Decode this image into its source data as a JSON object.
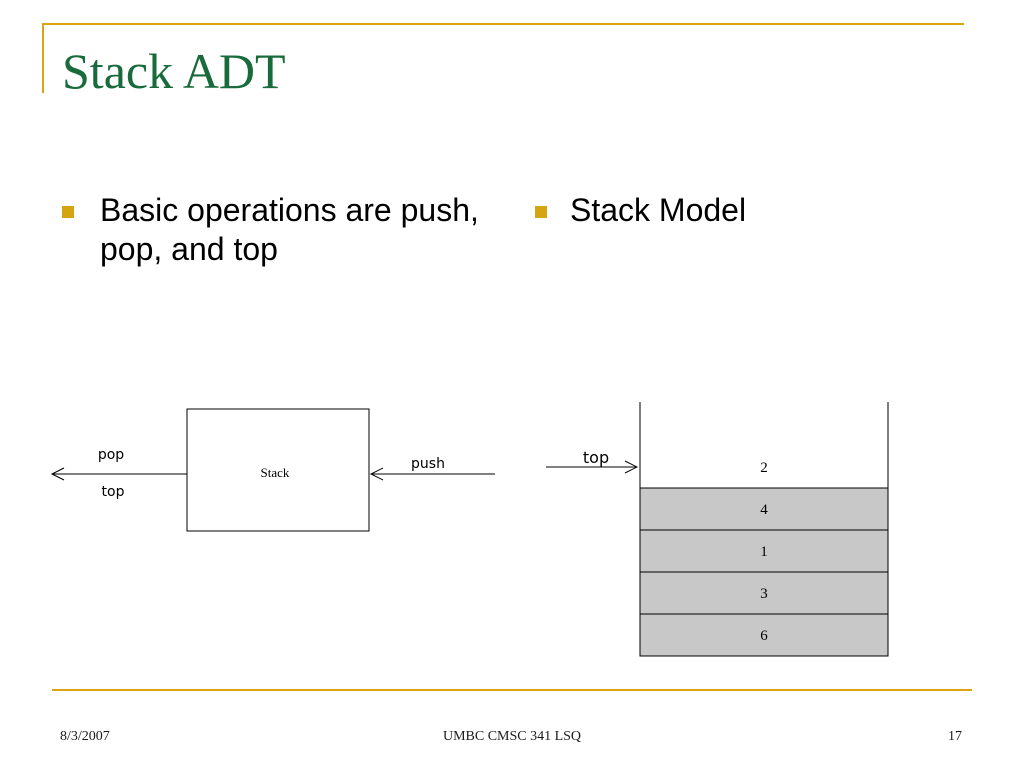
{
  "slide": {
    "title": "Stack ADT",
    "bullets": [
      {
        "text": "Basic operations are push, pop, and top"
      },
      {
        "text": "Stack Model"
      }
    ]
  },
  "diagram_ops": {
    "box_label": "Stack",
    "pop_label": "pop",
    "top_label": "top",
    "push_label": "push"
  },
  "diagram_model": {
    "pointer_label": "top",
    "cells": [
      "2",
      "4",
      "1",
      "3",
      "6"
    ]
  },
  "footer": {
    "date": "8/3/2007",
    "center": "UMBC CMSC 341 LSQ",
    "page": "17"
  },
  "colors": {
    "accent_gold": "#dba511",
    "title_green": "#1a6b3c",
    "cell_fill": "#c8c8c8"
  }
}
